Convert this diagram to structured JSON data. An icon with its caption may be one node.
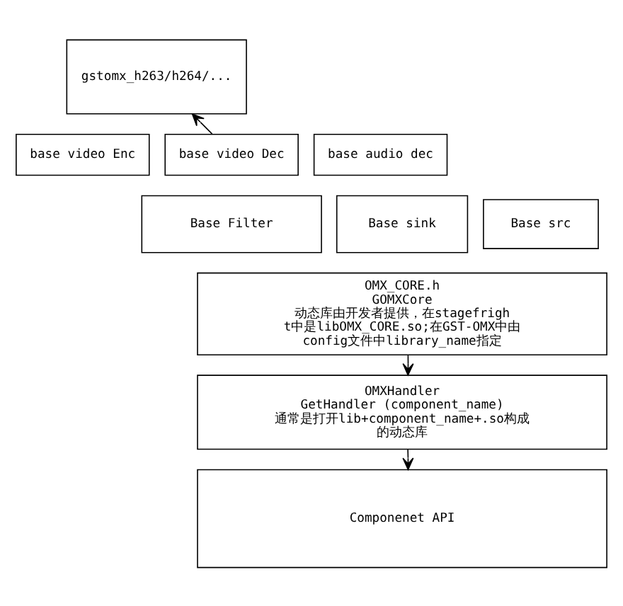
{
  "diagram": {
    "nodes": [
      {
        "text": [
          "gstomx_h263/h264/..."
        ]
      },
      {
        "text": [
          "base video Enc"
        ]
      },
      {
        "text": [
          "base video Dec"
        ]
      },
      {
        "text": [
          "base audio dec"
        ]
      },
      {
        "text": [
          "Base Filter"
        ]
      },
      {
        "text": [
          "Base sink"
        ]
      },
      {
        "text": [
          "Base src"
        ]
      },
      {
        "text": [
          "OMX_CORE.h",
          "GOMXCore",
          "动态库由开发者提供，在stagefright中是libOMX_CORE.so;在GST-OMX中由config文件中library_name指定"
        ]
      },
      {
        "text": [
          "OMXHandler",
          "GetHandler (component_name)",
          "通常是打开lib+component_name+.so构成的动态库"
        ]
      },
      {
        "text": [
          "Componenet API"
        ]
      }
    ],
    "edges": [
      {
        "from": 2,
        "to": 0,
        "arrow": "to"
      },
      {
        "from": 7,
        "to": 8,
        "arrow": "to"
      },
      {
        "from": 8,
        "to": 9,
        "arrow": "to"
      }
    ]
  }
}
